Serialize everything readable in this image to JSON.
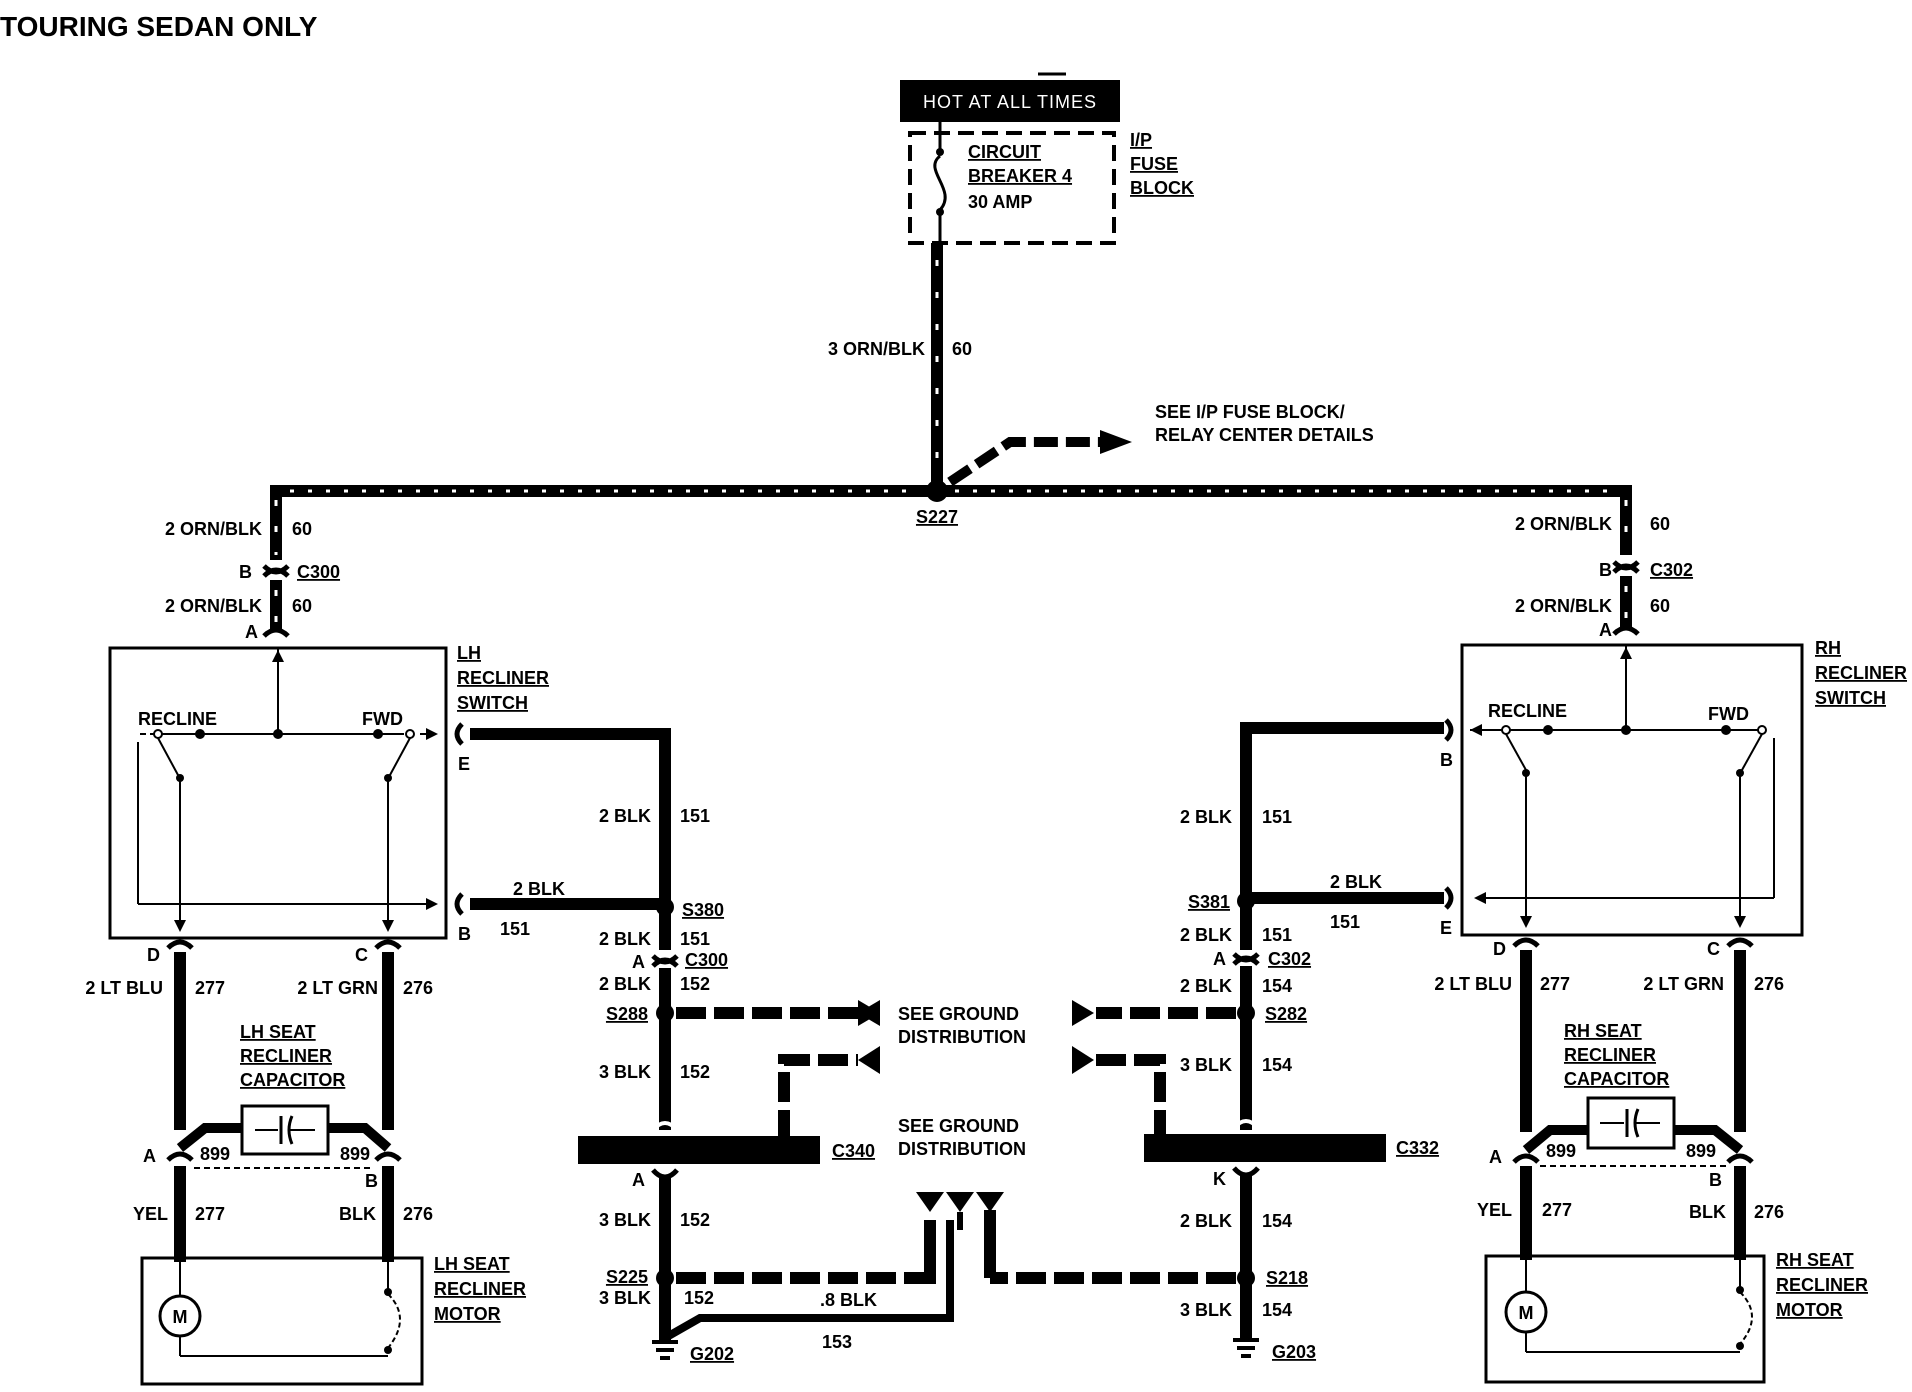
{
  "title": "TOURING SEDAN ONLY",
  "power": {
    "hot_label": "HOT AT ALL TIMES",
    "breaker_line1": "CIRCUIT",
    "breaker_line2": "BREAKER 4",
    "breaker_line3": "30 AMP",
    "fuse_block_line1": "I/P",
    "fuse_block_line2": "FUSE",
    "fuse_block_line3": "BLOCK",
    "feed_wire": "3 ORN/BLK",
    "feed_circuit": "60",
    "see_details_line1": "SEE I/P FUSE BLOCK/",
    "see_details_line2": "RELAY CENTER DETAILS",
    "splice": "S227"
  },
  "left": {
    "wire_top": "2 ORN/BLK",
    "circuit_top": "60",
    "pin_b": "B",
    "connector_top": "C300",
    "wire_top2": "2 ORN/BLK",
    "circuit_top2": "60",
    "pin_a": "A",
    "switch_line1": "LH",
    "switch_line2": "RECLINER",
    "switch_line3": "SWITCH",
    "recline": "RECLINE",
    "fwd": "FWD",
    "pin_e": "E",
    "pin_b2": "B",
    "pin_d": "D",
    "pin_c": "C",
    "wire_d": "2 LT BLU",
    "circuit_d": "277",
    "wire_c": "2 LT GRN",
    "circuit_c": "276",
    "cap_line1": "LH SEAT",
    "cap_line2": "RECLINER",
    "cap_line3": "CAPACITOR",
    "motor_pin_a": "A",
    "motor_pin_b": "B",
    "circuit_899a": "899",
    "circuit_899b": "899",
    "wire_yel": "YEL",
    "circuit_yel": "277",
    "wire_blk": "BLK",
    "circuit_blk": "276",
    "motor_line1": "LH SEAT",
    "motor_line2": "RECLINER",
    "motor_line3": "MOTOR",
    "motor_symbol": "M"
  },
  "right": {
    "wire_top": "2 ORN/BLK",
    "circuit_top": "60",
    "pin_b": "B",
    "connector_top": "C302",
    "wire_top2": "2 ORN/BLK",
    "circuit_top2": "60",
    "pin_a": "A",
    "switch_line1": "RH",
    "switch_line2": "RECLINER",
    "switch_line3": "SWITCH",
    "recline": "RECLINE",
    "fwd": "FWD",
    "pin_b2": "B",
    "pin_e": "E",
    "pin_d": "D",
    "pin_c": "C",
    "wire_d": "2 LT BLU",
    "circuit_d": "277",
    "wire_c": "2 LT GRN",
    "circuit_c": "276",
    "cap_line1": "RH SEAT",
    "cap_line2": "RECLINER",
    "cap_line3": "CAPACITOR",
    "motor_pin_a": "A",
    "motor_pin_b": "B",
    "circuit_899a": "899",
    "circuit_899b": "899",
    "wire_yel": "YEL",
    "circuit_yel": "277",
    "wire_blk": "BLK",
    "circuit_blk": "276",
    "motor_line1": "RH SEAT",
    "motor_line2": "RECLINER",
    "motor_line3": "MOTOR",
    "motor_symbol": "M"
  },
  "ground_left": {
    "wire1": "2 BLK",
    "circuit1": "151",
    "wire2": "2 BLK",
    "circuit2": "151",
    "splice1": "S380",
    "wire3": "2 BLK",
    "circuit3": "151",
    "pin_a": "A",
    "connector": "C300",
    "wire4": "2 BLK",
    "circuit4": "152",
    "splice2": "S288",
    "wire5": "3 BLK",
    "circuit5": "152",
    "connector2": "C340",
    "pin_a2": "A",
    "wire6": "3 BLK",
    "circuit6": "152",
    "splice3": "S225",
    "wire7": "3 BLK",
    "circuit7": "152",
    "wire8": ".8 BLK",
    "circuit8": "153",
    "ground": "G202"
  },
  "ground_right": {
    "wire1": "2 BLK",
    "circuit1": "151",
    "wire2": "2 BLK",
    "circuit2": "151",
    "splice1": "S381",
    "wire3": "2 BLK",
    "circuit3": "151",
    "pin_a": "A",
    "connector": "C302",
    "wire4": "2 BLK",
    "circuit4": "154",
    "splice2": "S282",
    "wire5": "3 BLK",
    "circuit5": "154",
    "connector2": "C332",
    "pin_k": "K",
    "wire6": "2 BLK",
    "circuit6": "154",
    "splice3": "S218",
    "wire7": "3 BLK",
    "circuit7": "154",
    "ground": "G203"
  },
  "ground_dist": {
    "line1": "SEE GROUND",
    "line2": "DISTRIBUTION",
    "line3": "SEE GROUND",
    "line4": "DISTRIBUTION"
  }
}
